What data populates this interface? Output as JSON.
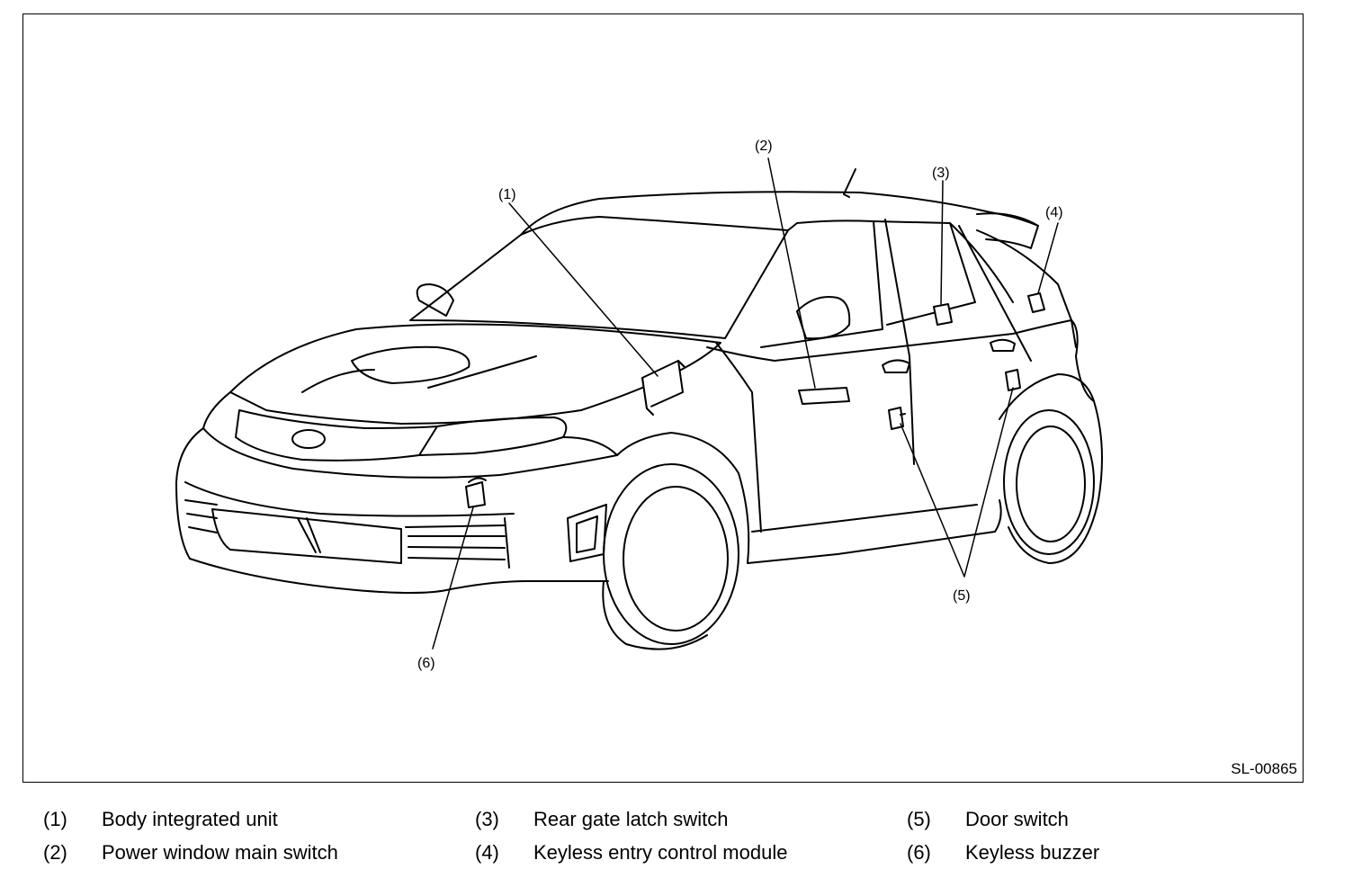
{
  "figure": {
    "id": "SL-00865",
    "callouts": [
      "(1)",
      "(2)",
      "(3)",
      "(4)",
      "(5)",
      "(6)"
    ]
  },
  "legend": [
    {
      "num": "(1)",
      "label": "Body integrated unit"
    },
    {
      "num": "(2)",
      "label": "Power window main switch"
    },
    {
      "num": "(3)",
      "label": "Rear gate latch switch"
    },
    {
      "num": "(4)",
      "label": "Keyless entry control module"
    },
    {
      "num": "(5)",
      "label": "Door switch"
    },
    {
      "num": "(6)",
      "label": "Keyless buzzer"
    }
  ]
}
